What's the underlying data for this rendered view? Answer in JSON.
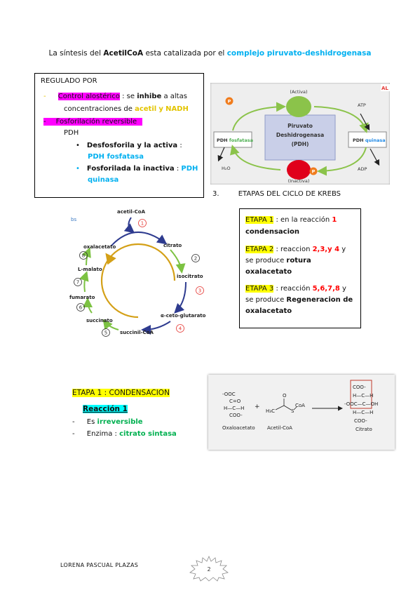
{
  "intro": {
    "prefix": "La síntesis del",
    "bold_term": "AcetilCoA",
    "middle": "esta catalizada por el",
    "enzyme": "complejo piruvato-deshidrogenasa"
  },
  "regulado": {
    "title": "REGULADO POR",
    "item1_dash": "-",
    "item1_hl": "Control alostérico",
    "item1_rest": ": se",
    "item1_bold": "inhibe",
    "item1_tail": "a altas",
    "item1_line2": "concentraciones de",
    "item1_acetil": "acetil",
    "item1_y": "y",
    "item1_nadh": "NADH",
    "item2_dash": "-",
    "item2_hl": "Fosforilación reversible",
    "item2_line2": "PDH",
    "sub1_bold": "Desfosforila y la activa",
    "sub1_colon": ":",
    "sub1_enzyme": "PDH fosfatasa",
    "sub2_bold": "Fosforilada la inactiva",
    "sub2_colon": ":",
    "sub2_enzyme_a": "PDH",
    "sub2_enzyme_b": "quinasa"
  },
  "pdh_figure": {
    "activa": "(Activa)",
    "inactiva": "(Inactiva)",
    "center_line1": "Piruvato",
    "center_line2": "Deshidrogenasa",
    "center_line3": "(PDH)",
    "fosfatasa_a": "PDH",
    "fosfatasa_b": "fosfatasa",
    "quinasa_a": "PDH",
    "quinasa_b": "quinasa",
    "p_label": "P",
    "atp": "ATP",
    "adp": "ADP",
    "h2o": "H₂O",
    "corner": "AL"
  },
  "etapas_title": {
    "num": "3.",
    "text": "ETAPAS DEL CICLO DE KREBS"
  },
  "krebs": {
    "corner": "bs",
    "acetil": "acetil-CoA",
    "citrato": "citrato",
    "isocitrato": "isocitrato",
    "aceto": "α-ceto-glutarato",
    "succinil": "succinil-CoA",
    "succinato": "succinato",
    "fumarato": "fumarato",
    "malato": "L-malato",
    "oxalacetato": "oxalacetato",
    "n1": "1",
    "n2": "2",
    "n3": "3",
    "n4": "4",
    "n5": "5",
    "n6": "6",
    "n7": "7",
    "n8": "8"
  },
  "etapas_box": {
    "e1_hl": "ETAPA 1",
    "e1_text": ": en la reacción",
    "e1_num": "1",
    "e1_bold": "condensacion",
    "e2_hl": "ETAPA 2",
    "e2_text": ": reaccion",
    "e2_nums": "2,3,y 4",
    "e2_y": "y",
    "e2_line2": "se produce",
    "e2_bold1": "rotura",
    "e2_bold2": "oxalacetato",
    "e3_hl": "ETAPA 3",
    "e3_text": ": reacción",
    "e3_nums": "5,6,7,8",
    "e3_y": "y",
    "e3_line2": "se produce",
    "e3_bold1": "Regeneracion de",
    "e3_bold2": "oxalacetato"
  },
  "condensacion": {
    "title": "ETAPA 1 : CONDENSACION",
    "reaccion": "Reacción 1",
    "b1_dash": "-",
    "b1_text": "Es",
    "b1_value": "irreversible",
    "b2_dash": "-",
    "b2_text": "Enzima :",
    "b2_value": "citrato sintasa"
  },
  "reaction_figure": {
    "oxa_l1": "-OOC",
    "oxa_l2": "C=O",
    "oxa_l3": "H—C—H",
    "oxa_l4": "COO-",
    "oxa_name": "Oxaloacetato",
    "plus": "+",
    "acetil_o": "O",
    "acetil_h3c": "H₃C",
    "acetil_s": "S",
    "acetil_coa": "CoA",
    "acetil_name": "Acetil-CoA",
    "cit_l1": "COO-",
    "cit_l2": "H—C—H",
    "cit_l3": "-OOC—C—OH",
    "cit_l4": "H—C—H",
    "cit_l5": "COO-",
    "cit_name": "Citrato"
  },
  "footer": {
    "name": "LORENA PASCUAL PLAZAS",
    "page": "2"
  }
}
